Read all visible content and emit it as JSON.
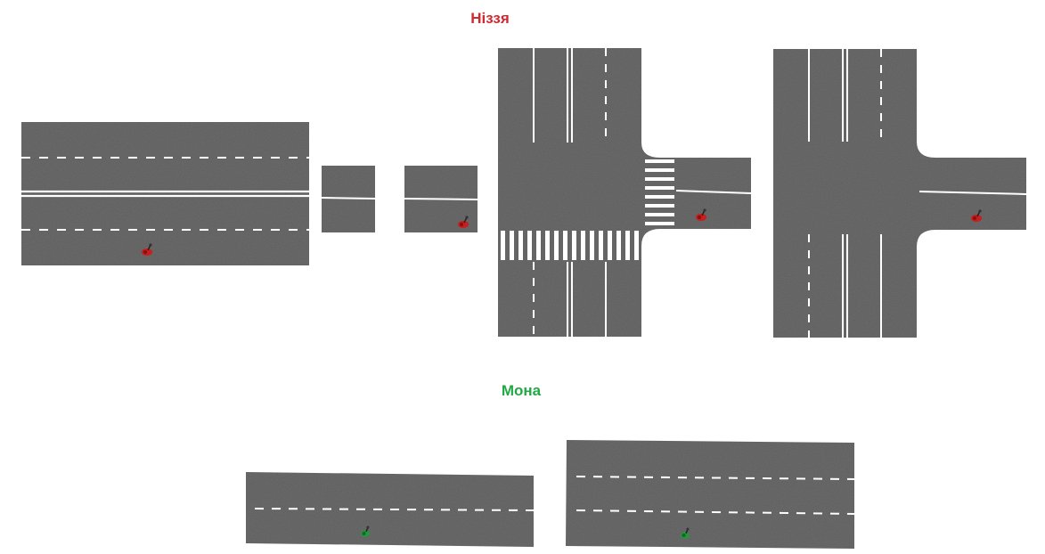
{
  "headings": {
    "top": "Ніззя",
    "bottom": "Мона"
  },
  "colors": {
    "forbidden": "#d0282f",
    "allowed": "#22a845",
    "asphalt": "#5d5d5d",
    "marking": "#ffffff"
  },
  "scenes": [
    {
      "id": "two-way-road-forbidden",
      "group": "top",
      "marker": "red-car-icon"
    },
    {
      "id": "crosswalk-road-forbidden",
      "group": "top",
      "marker": "red-car-icon"
    },
    {
      "id": "t-junction-crosswalks-forbidden",
      "group": "top",
      "marker": "red-car-icon"
    },
    {
      "id": "t-junction-forbidden",
      "group": "top",
      "marker": "red-car-icon"
    },
    {
      "id": "single-dashed-road-allowed",
      "group": "bottom",
      "marker": "green-car-icon"
    },
    {
      "id": "multi-lane-road-allowed",
      "group": "bottom",
      "marker": "green-car-icon"
    }
  ]
}
